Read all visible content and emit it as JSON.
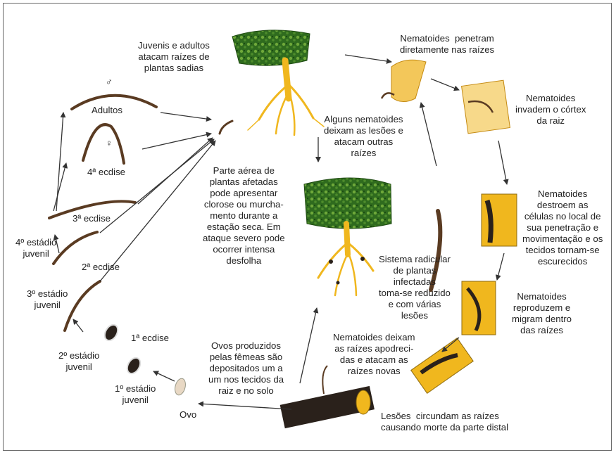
{
  "labels": {
    "juvenis_adultos": "Juvenis e adultos\natacam raízes de\nplantas sadias",
    "penetram": "Nematoides  penetram\ndiretamente nas raízes",
    "invadem": "Nematoides\ninvadem o córtex\nda raiz",
    "deixam_lesoes": "Alguns nematoides\ndeixam as lesões e\natacam outras\nraízes",
    "destroem": "Nematoides\ndestroem as\ncélulas no local de\nsua penetração e\nmovimentação e os\ntecidos tornam-se\nescurecidos",
    "reproduzem": "Nematoides\nreproduzem e\nmigram dentro\ndas raízes",
    "parte_aerea": "Parte aérea de\nplantas afetadas\npode apresentar\nclorose ou murcha-\nmento durante a\nestação seca. Em\nataque severo pode\nocorrer intensa\ndesfolha",
    "sistema_radicular": "Sistema radicular\nde plantas\ninfectadas\ntoma-se reduzido\ne com várias\nlesões",
    "apodrecidas": "Nematoides deixam\nas raízes apodreci-\ndas e atacam as\nraízes novas",
    "ovos": "Ovos produzidos\npelas fêmeas são\ndepositados um a\num nos tecidos da\nraiz e no solo",
    "lesoes": "Lesões  circundam as raízes\ncausando morte da parte distal",
    "ovo": "Ovo",
    "e1_juvenil": "1º estádio\njuvenil",
    "e2_juvenil": "2º estádio\njuvenil",
    "e3_juvenil": "3º estádio\njuvenil",
    "e4_juvenil": "4º estádio\njuvenil",
    "ecdise1": "1ª ecdise",
    "ecdise2": "2ª ecdise",
    "ecdise3": "3ª ecdise",
    "ecdise4": "4ª ecdise",
    "adultos": "Adultos",
    "male_symbol": "♂",
    "female_symbol": "♀"
  },
  "colors": {
    "foliage": "#2f6b1e",
    "foliage_light": "#6fa83a",
    "root": "#f0b71e",
    "nematode": "#5a3b22",
    "lesion": "#2a211b",
    "arrow": "#333333"
  }
}
